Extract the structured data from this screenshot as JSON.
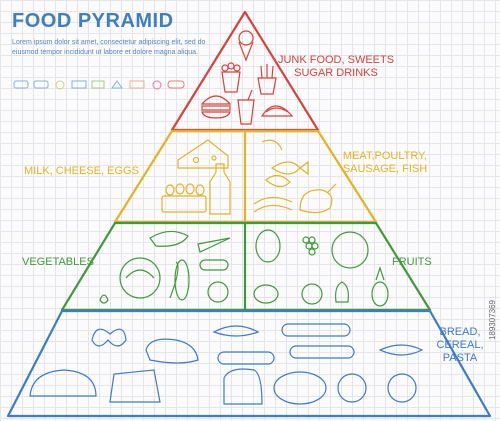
{
  "header": {
    "title": "FOOD PYRAMID",
    "subtitle": "Lorem ipsum dolor sit amet, consectetur adipiscing elit, sed do eiusmod tempor incididunt ut labore et dolore magna aliqua."
  },
  "tiers": {
    "junk": {
      "line1": "JUNK FOOD, SWEETS",
      "line2": "SUGAR DRINKS",
      "color": "#d8423b"
    },
    "dairy": {
      "line1": "MILK, CHEESE, EGGS",
      "color": "#e3b321"
    },
    "meat": {
      "line1": "MEAT,POULTRY,",
      "line2": "SAUSAGE, FISH",
      "color": "#e3b321"
    },
    "vegetables": {
      "line1": "VEGETABLES",
      "color": "#3f9b3a"
    },
    "fruits": {
      "line1": "FRUITS",
      "color": "#3f9b3a"
    },
    "grains": {
      "line1": "BREAD,",
      "line2": "CEREAL,",
      "line3": "PASTA",
      "color": "#3c7cc8"
    }
  },
  "watermark": "189307369",
  "icons": [
    "ice-cream-icon",
    "popcorn-icon",
    "fries-icon",
    "burger-icon",
    "soda-icon",
    "taco-icon",
    "cheese-icon",
    "milk-bottle-icon",
    "eggs-icon",
    "fish-icon",
    "sausage-icon",
    "chicken-icon",
    "eggplant-icon",
    "carrot-icon",
    "cabbage-icon",
    "corn-icon",
    "tomato-icon",
    "cucumber-icon",
    "garlic-icon",
    "melon-icon",
    "grapes-icon",
    "watermelon-icon",
    "apple-icon",
    "pear-icon",
    "lemon-icon",
    "pineapple-icon",
    "pretzel-icon",
    "croissant-icon",
    "baguette-icon",
    "bread-loaf-icon",
    "flour-sack-icon",
    "toast-icon",
    "bun-icon"
  ]
}
